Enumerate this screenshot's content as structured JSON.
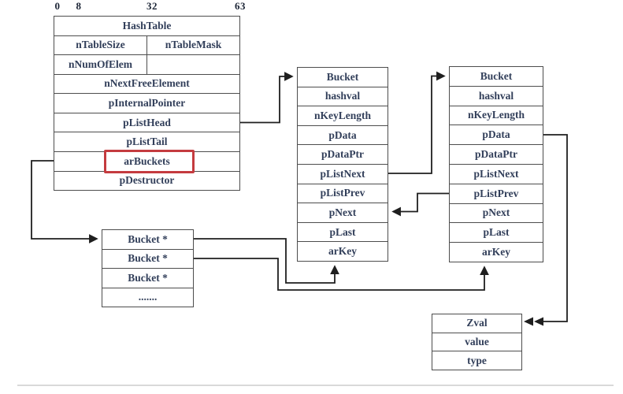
{
  "colors": {
    "accent_red": "#c43b3f",
    "text": "#323f5a",
    "border": "#4d4d4d",
    "arrow": "#1f1f1f",
    "separator": "#d9d9d9"
  },
  "ruler": {
    "ticks": [
      "0",
      "8",
      "32",
      "63"
    ]
  },
  "hashtable": {
    "highlighted_field": "arBuckets",
    "rows": [
      {
        "cells": [
          "HashTable"
        ]
      },
      {
        "cells": [
          "nTableSize",
          "nTableMask"
        ]
      },
      {
        "cells": [
          "nNumOfElem",
          ""
        ]
      },
      {
        "cells": [
          "nNextFreeElement"
        ]
      },
      {
        "cells": [
          "pInternalPointer"
        ]
      },
      {
        "cells": [
          "pListHead"
        ]
      },
      {
        "cells": [
          "pListTail"
        ]
      },
      {
        "cells": [
          "arBuckets"
        ]
      },
      {
        "cells": [
          "pDestructor"
        ]
      }
    ]
  },
  "bucket1": {
    "fields": [
      "Bucket",
      "hashval",
      "nKeyLength",
      "pData",
      "pDataPtr",
      "pListNext",
      "pListPrev",
      "pNext",
      "pLast",
      "arKey"
    ]
  },
  "bucket2": {
    "fields": [
      "Bucket",
      "hashval",
      "nKeyLength",
      "pData",
      "pDataPtr",
      "pListNext",
      "pListPrev",
      "pNext",
      "pLast",
      "arKey"
    ]
  },
  "bucket_array": {
    "items": [
      "Bucket *",
      "Bucket *",
      "Bucket *",
      "......."
    ]
  },
  "zval": {
    "fields": [
      "Zval",
      "value",
      "type"
    ]
  }
}
